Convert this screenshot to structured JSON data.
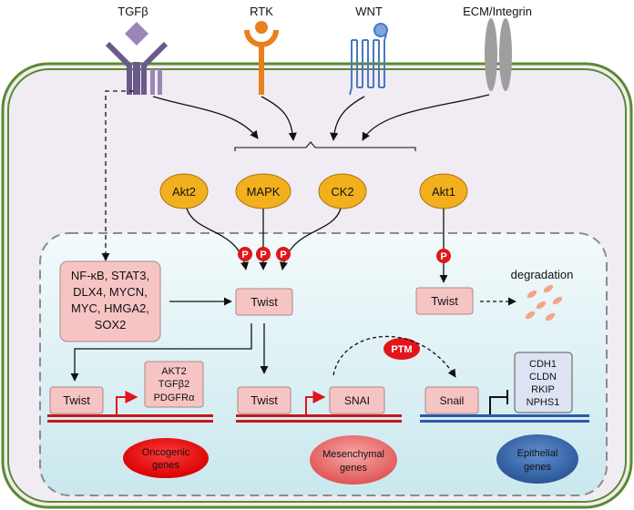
{
  "receptors": {
    "tgfb": "TGFβ",
    "rtk": "RTK",
    "wnt": "WNT",
    "ecm": "ECM/Integrin"
  },
  "kinases": {
    "akt2": "Akt2",
    "mapk": "MAPK",
    "ck2": "CK2",
    "akt1": "Akt1"
  },
  "phospho_label": "P",
  "tf_box": [
    "NF-κB, STAT3,",
    "DLX4, MYCN,",
    "MYC, HMGA2,",
    "SOX2"
  ],
  "twist_label": "Twist",
  "degradation_label": "degradation",
  "ptm_label": "PTM",
  "promoters": {
    "oncogenic": {
      "tf": "Twist",
      "targets": [
        "AKT2",
        "TGFβ2",
        "PDGFRα"
      ]
    },
    "mesenchymal": {
      "tf": "Twist",
      "target": "SNAI"
    },
    "epithelial": {
      "tf": "Snail",
      "targets": [
        "CDH1",
        "CLDN",
        "RKIP",
        "NPHS1"
      ]
    }
  },
  "gene_groups": {
    "oncogenic": [
      "Oncogenic",
      "genes"
    ],
    "mesenchymal": [
      "Mesenchymal",
      "genes"
    ],
    "epithelial": [
      "Epithelial",
      "genes"
    ]
  },
  "colors": {
    "membrane": "#5a8a2e",
    "cytoplasm": "#f1ecf3",
    "nucleus": "#dff0f2",
    "kinase": "#f2b01e",
    "box": "#f7c4c4",
    "phospho": "#e0161b",
    "dna_red": "#c8171c",
    "dna_blue": "#2b5aa6",
    "repressed_box": "#dde3f3"
  }
}
